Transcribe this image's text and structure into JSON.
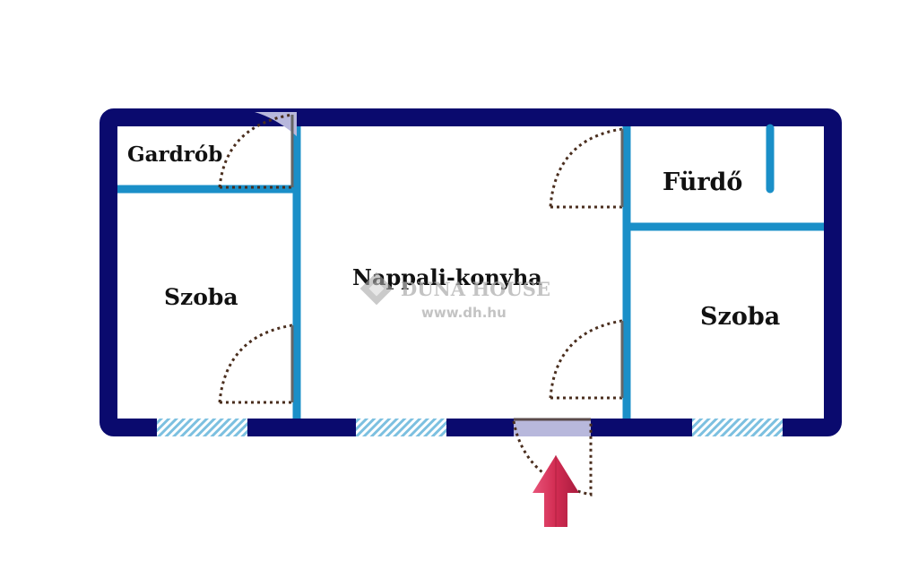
{
  "rooms": {
    "gardrob": "Gardrób",
    "furdo": "Fürdő",
    "szoba_left": "Szoba",
    "nappali": "Nappali-konyha",
    "szoba_right": "Szoba"
  },
  "watermark": {
    "brand": "DUNA HOUSE",
    "url": "www.dh.hu"
  },
  "colors": {
    "outer_wall": "#0a0a6e",
    "inner_wall": "#1a8fc8",
    "door_arc": "#4a2e1e",
    "door_leaf": "#666666",
    "door_fill": "#b8b8dc",
    "window": "#7cc0e0",
    "entrance_arrow": "#d8345a"
  },
  "icons": {
    "entrance": "entrance-arrow-icon",
    "logo": "duna-house-logo-icon"
  }
}
